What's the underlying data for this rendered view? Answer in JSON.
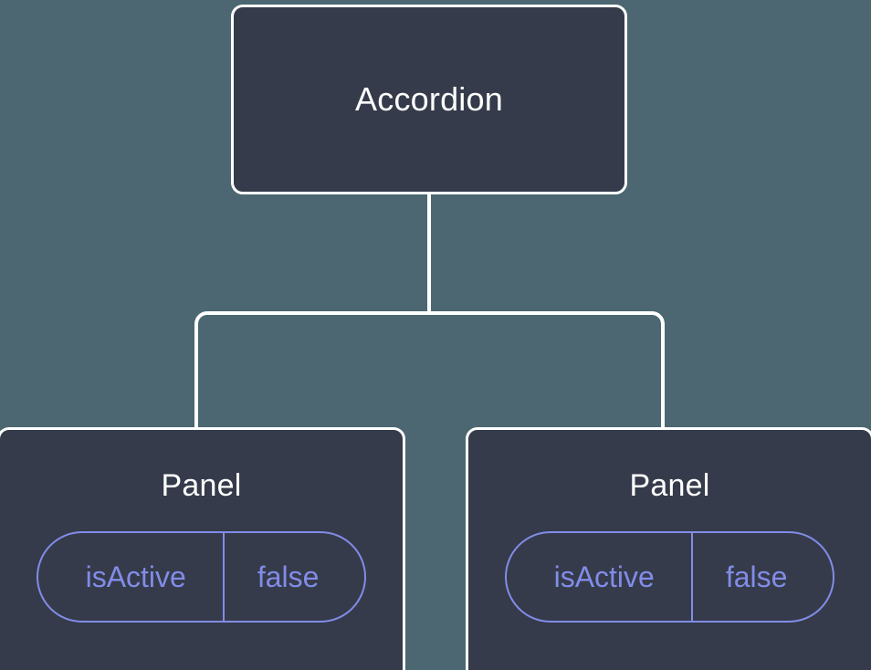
{
  "diagram": {
    "type": "component-tree",
    "background_color": "#4c6771",
    "node_fill_color": "#353b4a",
    "node_border_color": "#ffffff",
    "connector_color": "#ffffff",
    "accent_color": "#828ce8",
    "root": {
      "label": "Accordion"
    },
    "children": [
      {
        "label": "Panel",
        "state": {
          "key": "isActive",
          "value": "false"
        }
      },
      {
        "label": "Panel",
        "state": {
          "key": "isActive",
          "value": "false"
        }
      }
    ]
  }
}
